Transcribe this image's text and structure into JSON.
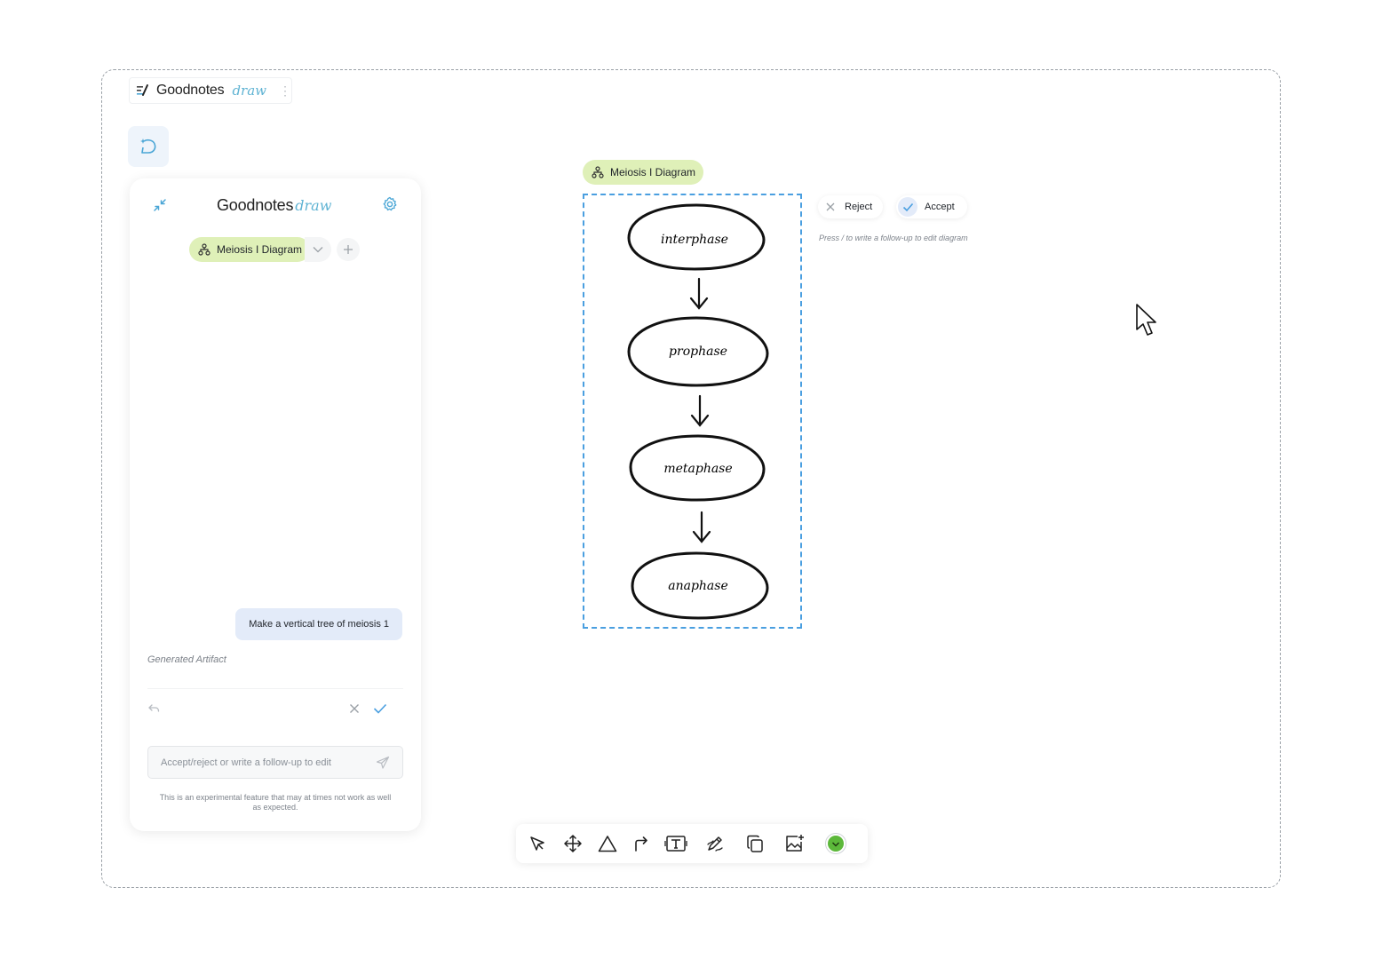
{
  "brand": {
    "name": "Goodnotes",
    "script": "draw",
    "menu_glyph": "⋮"
  },
  "panel": {
    "title": "Goodnotes",
    "title_script": "draw",
    "tab_label": "Meiosis I Diagram",
    "user_message": "Make a vertical tree of meiosis 1",
    "artifact_label": "Generated Artifact",
    "input_placeholder": "Accept/reject or write a follow-up to edit",
    "disclaimer": "This is an experimental feature that may at times not work as well as expected."
  },
  "canvas": {
    "diagram_chip": "Meiosis I Diagram",
    "reject_label": "Reject",
    "accept_label": "Accept",
    "hint": "Press / to write a follow-up to edit diagram",
    "nodes": [
      "interphase",
      "prophase",
      "metaphase",
      "anaphase"
    ]
  },
  "toolbar": {
    "tools": [
      "select-arrow-icon",
      "move-icon",
      "shape-triangle-icon",
      "connector-arrow-icon",
      "text-box-icon",
      "pen-icon",
      "duplicate-icon",
      "insert-image-icon",
      "color-swatch"
    ]
  },
  "colors": {
    "accent_blue": "#4a9fe0",
    "chip_green": "#dff0b8",
    "message_blue": "#e3ebf9",
    "swatch_green": "#5cb83a"
  }
}
